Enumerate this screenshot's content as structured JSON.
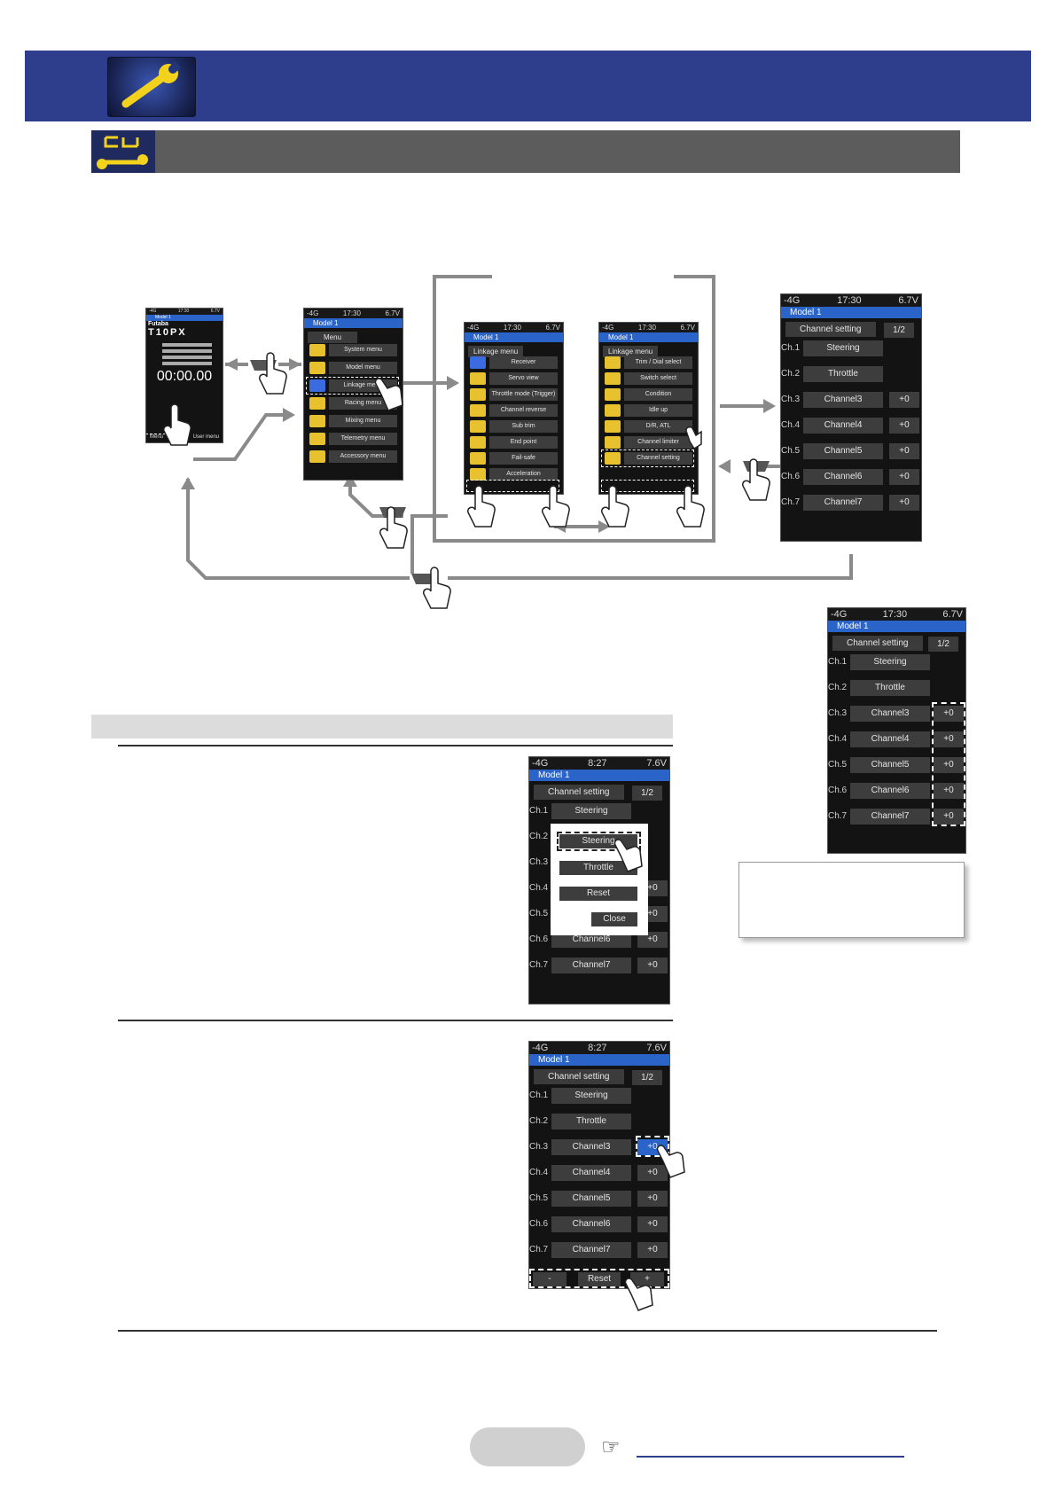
{
  "screens": {
    "home": {
      "status": [
        "-4G",
        "17:30",
        "6.7V"
      ],
      "model": "Model 1",
      "brand": "Futaba",
      "logo": "T10PX",
      "timer": "00:00.00",
      "footer_left": "Menu",
      "footer_right": "User menu"
    },
    "menu": {
      "status": [
        "-4G",
        "17:30",
        "6.7V"
      ],
      "model": "Model 1",
      "title": "Menu",
      "items": [
        {
          "icon": "SYS",
          "label": "System menu"
        },
        {
          "icon": "MDL",
          "label": "Model menu"
        },
        {
          "icon": "",
          "label": "Linkage menu"
        },
        {
          "icon": "",
          "label": "Racing menu"
        },
        {
          "icon": "",
          "label": "Mixing menu"
        },
        {
          "icon": "TELE",
          "label": "Telemetry menu"
        },
        {
          "icon": "ACC",
          "label": "Accessory menu"
        }
      ]
    },
    "linkage1": {
      "status": [
        "-4G",
        "17:30",
        "6.7V"
      ],
      "model": "Model 1",
      "title": "Linkage menu",
      "items": [
        "Receiver",
        "Servo view",
        "Throttle mode (Trigger)",
        "Channel reverse",
        "Sub trim",
        "End point",
        "Fail-safe",
        "Acceleration"
      ]
    },
    "linkage2": {
      "status": [
        "-4G",
        "17:30",
        "6.7V"
      ],
      "model": "Model 1",
      "title": "Linkage menu",
      "items": [
        "Trim / Dial select",
        "Switch select",
        "Condition",
        "Idle up",
        "D/R, ATL",
        "Channel limiter",
        "Channel setting"
      ]
    },
    "channel_setting": {
      "status": [
        "-4G",
        "17:30",
        "6.7V"
      ],
      "model": "Model 1",
      "title": "Channel setting",
      "page": "1/2",
      "rows": [
        {
          "ch": "Ch.1",
          "name": "Steering",
          "val": ""
        },
        {
          "ch": "Ch.2",
          "name": "Throttle",
          "val": ""
        },
        {
          "ch": "Ch.3",
          "name": "Channel3",
          "val": "+0"
        },
        {
          "ch": "Ch.4",
          "name": "Channel4",
          "val": "+0"
        },
        {
          "ch": "Ch.5",
          "name": "Channel5",
          "val": "+0"
        },
        {
          "ch": "Ch.6",
          "name": "Channel6",
          "val": "+0"
        },
        {
          "ch": "Ch.7",
          "name": "Channel7",
          "val": "+0"
        }
      ]
    },
    "step1": {
      "status": [
        "-4G",
        "8:27",
        "7.6V"
      ],
      "popup": {
        "selected": "Steering",
        "option2": "Throttle",
        "reset": "Reset",
        "close": "Close"
      }
    },
    "step2": {
      "status": [
        "-4G",
        "8:27",
        "7.6V"
      ],
      "bottom": {
        "minus": "-",
        "reset": "Reset",
        "plus": "+"
      }
    }
  }
}
